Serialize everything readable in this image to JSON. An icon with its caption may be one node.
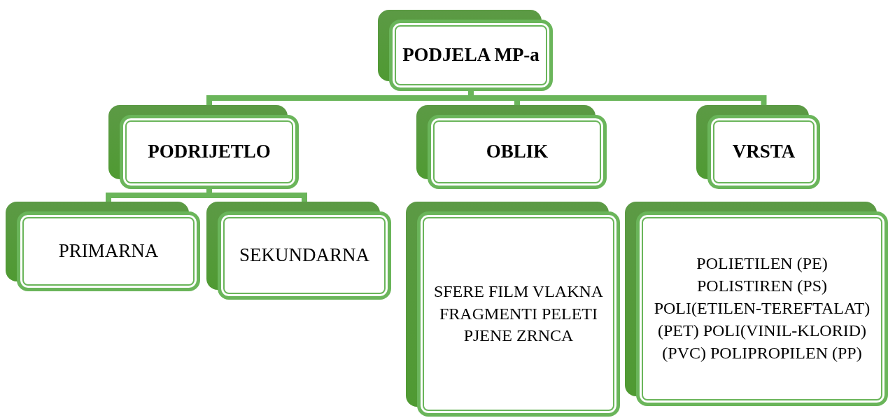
{
  "diagram": {
    "nodes": [
      {
        "text": [
          "PODJELA MP-a"
        ]
      },
      {
        "text": [
          "PODRIJETLO"
        ]
      },
      {
        "text": [
          "OBLIK"
        ]
      },
      {
        "text": [
          "VRSTA"
        ]
      },
      {
        "text": [
          "PRIMARNA"
        ]
      },
      {
        "text": [
          "SEKUNDARNA"
        ]
      },
      {
        "text": [
          "SFERE FILM VLAKNA FRAGMENTI PELETI PJENE ZRNCA"
        ]
      },
      {
        "text": [
          "POLIETILEN (PE) POLISTIREN (PS) POLI(ETILEN-TEREFTALAT) (PET) POLI(VINIL-KLORID) (PVC) POLIPROPILEN (PP)"
        ]
      }
    ],
    "edges": [
      {
        "from": 0,
        "to": 1,
        "arrow": "none"
      },
      {
        "from": 0,
        "to": 2,
        "arrow": "none"
      },
      {
        "from": 0,
        "to": 3,
        "arrow": "none"
      },
      {
        "from": 1,
        "to": 4,
        "arrow": "none"
      },
      {
        "from": 1,
        "to": 5,
        "arrow": "none"
      }
    ]
  }
}
